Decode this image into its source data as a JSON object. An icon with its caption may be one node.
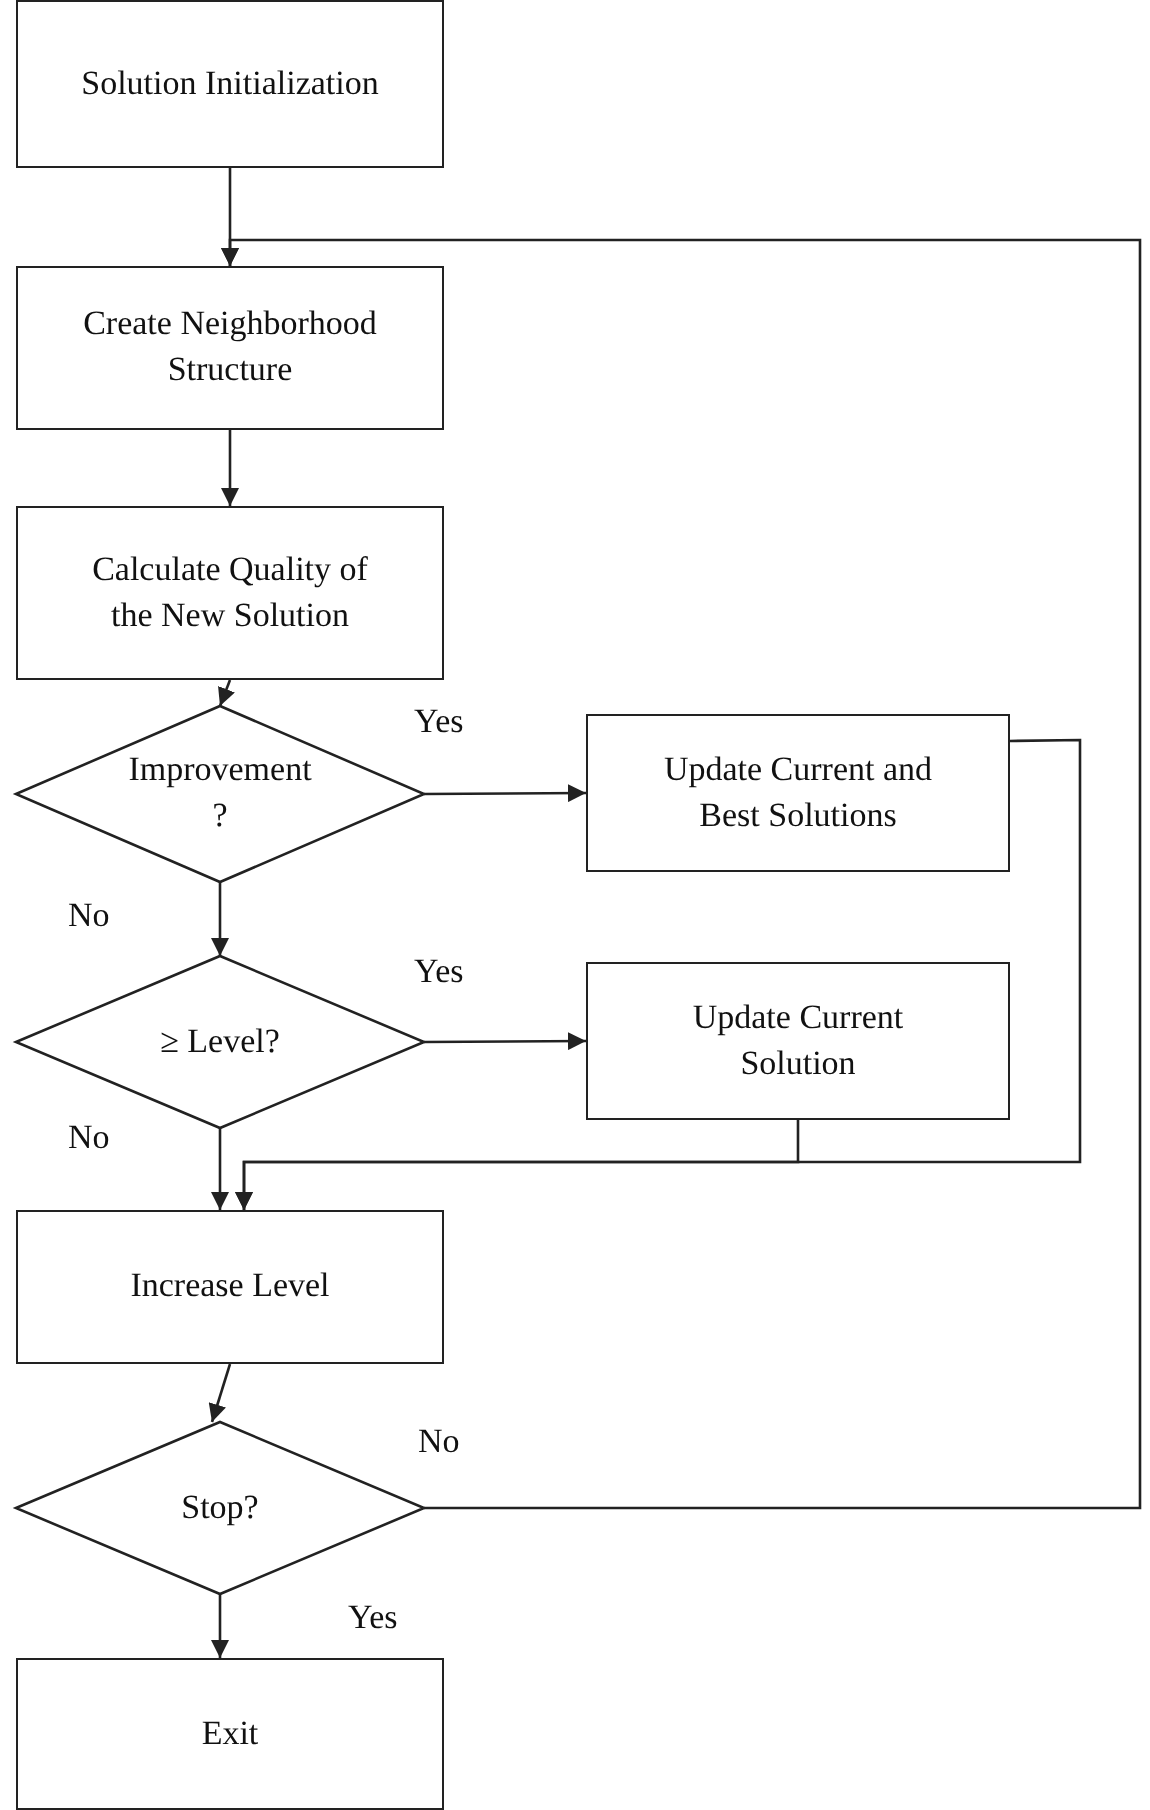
{
  "diagram": {
    "nodes": [
      {
        "text": [
          "Solution Initialization"
        ]
      },
      {
        "text": [
          "Create Neighborhood Structure"
        ]
      },
      {
        "text": [
          "Calculate Quality of the New Solution"
        ]
      },
      {
        "text": [
          "Improvement ?"
        ]
      },
      {
        "text": [
          "Update Current and Best Solutions"
        ]
      },
      {
        "text": [
          "≥ Level?"
        ]
      },
      {
        "text": [
          "Update Current Solution"
        ]
      },
      {
        "text": [
          "Increase Level"
        ]
      },
      {
        "text": [
          "Stop?"
        ]
      },
      {
        "text": [
          "Exit"
        ]
      }
    ],
    "edges": [
      {
        "from": 0,
        "to": 1,
        "arrow": "to"
      },
      {
        "from": 1,
        "to": 2,
        "arrow": "to"
      },
      {
        "from": 2,
        "to": 3,
        "arrow": "to"
      },
      {
        "from": 3,
        "to": 4,
        "arrow": "to",
        "label": "Yes"
      },
      {
        "from": 3,
        "to": 5,
        "arrow": "to",
        "label": "No"
      },
      {
        "from": 5,
        "to": 6,
        "arrow": "to",
        "label": "Yes"
      },
      {
        "from": 5,
        "to": 7,
        "arrow": "to",
        "label": "No"
      },
      {
        "from": 4,
        "to": 7,
        "arrow": "to"
      },
      {
        "from": 6,
        "to": 7,
        "arrow": "to"
      },
      {
        "from": 7,
        "to": 8,
        "arrow": "to"
      },
      {
        "from": 8,
        "to": 9,
        "arrow": "to",
        "label": "Yes"
      },
      {
        "from": 8,
        "to": 1,
        "arrow": "to",
        "label": "No"
      }
    ]
  }
}
